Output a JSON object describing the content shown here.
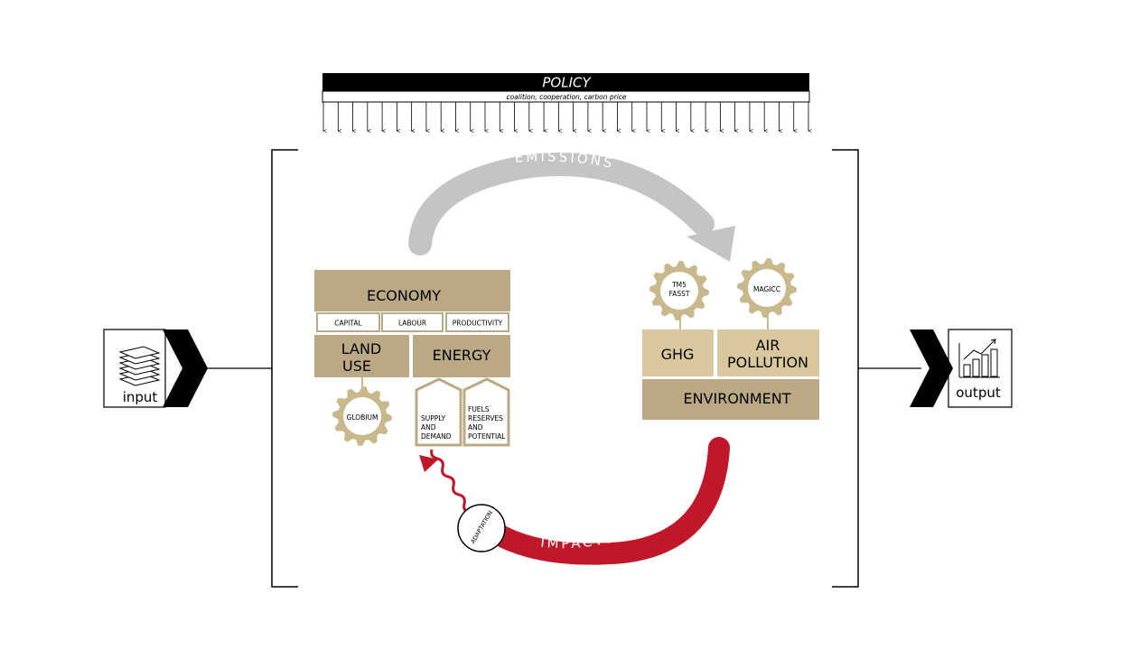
{
  "policy": {
    "title": "POLICY",
    "subtitle": "coalition, cooperation, carbon price"
  },
  "flows": {
    "emissions": "EMISSIONS",
    "impacts": "IMPACTS",
    "adaptation": "ADAPTATION"
  },
  "economy": {
    "title": "ECONOMY",
    "factors": [
      "CAPITAL",
      "LABOUR",
      "PRODUCTIVITY"
    ],
    "land_use": [
      "LAND",
      "USE"
    ],
    "energy": "ENERGY",
    "globium": "GLOBIUM",
    "supply": [
      "SUPPLY",
      "AND",
      "DEMAND"
    ],
    "fuels": [
      "FUELS",
      "RESERVES",
      "AND",
      "POTENTIAL"
    ]
  },
  "environment": {
    "title": "ENVIRONMENT",
    "ghg": "GHG",
    "air_pollution": [
      "AIR",
      "POLLUTION"
    ],
    "tm5": [
      "TM5",
      "FASST"
    ],
    "magicc": "MAGICC"
  },
  "io": {
    "input": "input",
    "output": "output"
  },
  "colors": {
    "tan": "#bba985",
    "tan_light": "#d9c89e",
    "gear": "#c9b88c",
    "emissions_gray": "#c4c4c4",
    "impacts_red": "#c0182a",
    "black": "#000000"
  }
}
